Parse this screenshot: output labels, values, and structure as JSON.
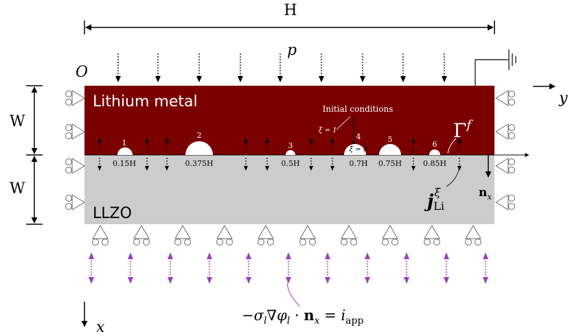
{
  "labels": {
    "H": "H",
    "p": "p",
    "O": "O",
    "y": "y",
    "x": "x",
    "W_top": "W",
    "W_bottom": "W",
    "lithium_metal": "Lithium metal",
    "llzo": "LLZO",
    "initial_conditions": "Initial conditions",
    "xi_equals_1": "ξ = 1",
    "xi_equals_0": "ξ = 0",
    "gamma_base": "Γ",
    "gamma_sup": "f",
    "j_base": "j",
    "j_sup": "ξ",
    "j_sub": "Li",
    "n_base": "n",
    "n_sub": "x",
    "bottom_equation": "−σ",
    "bottom_equation_sub1": "l",
    "bottom_equation_mid": "∇φ",
    "bottom_equation_sub2": "l",
    "bottom_equation_dot": " · ",
    "bottom_equation_n": "n",
    "bottom_equation_n_sub": "x",
    "bottom_equation_eq": " = i",
    "bottom_equation_sub3": "app"
  },
  "seeds": [
    {
      "number": "1",
      "position": "0.15H"
    },
    {
      "number": "2",
      "position": "0.375H"
    },
    {
      "number": "3",
      "position": "0.5H"
    },
    {
      "number": "4",
      "position": "0.7H"
    },
    {
      "number": "5",
      "position": "0.75H"
    },
    {
      "number": "6",
      "position": "0.85H"
    }
  ],
  "colors": {
    "lithium": "#7a0000",
    "llzo": "#cccccc",
    "flux_arrow": "#9b3fbf",
    "line": "#000000",
    "support": "#666666"
  }
}
